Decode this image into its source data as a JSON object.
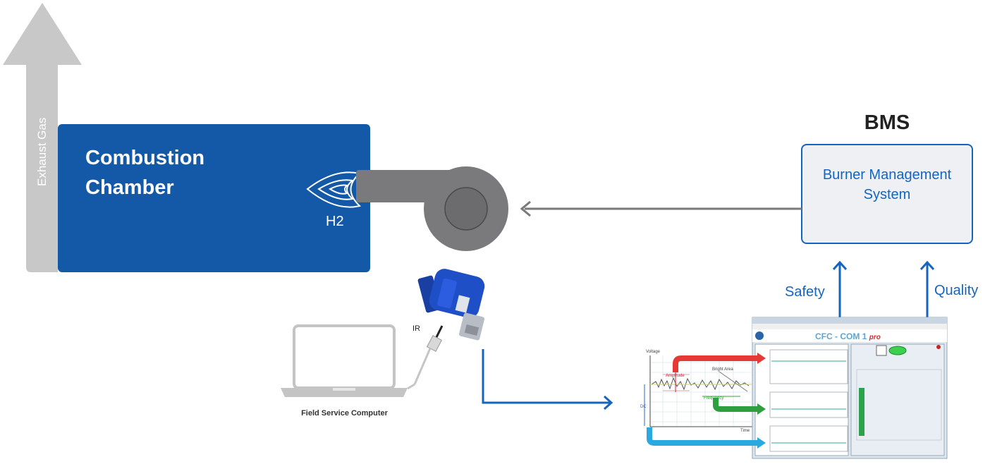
{
  "exhaust_label": "Exhaust Gas",
  "combustion_chamber": {
    "title": "Combustion Chamber",
    "fuel_label": "H2"
  },
  "bms": {
    "heading": "BMS",
    "box_text": "Burner Management System"
  },
  "outputs": {
    "safety": "Safety",
    "quality": "Quality"
  },
  "connection": {
    "ir_label": "IR"
  },
  "laptop": {
    "label": "Field Service Computer"
  },
  "software": {
    "title": "CFC - COM 1",
    "title_suffix": "pro"
  },
  "colors": {
    "blue_primary": "#1459a8",
    "arrow_blue": "#1565c0",
    "grey_arrow": "#c8c8c8",
    "fan_grey": "#7a7a7c",
    "red_arrow": "#e53935",
    "green_arrow": "#2e9e3e",
    "cyan_arrow": "#2aa9e0"
  },
  "icons": [
    "flame-icon",
    "fan-icon",
    "flame-scanner-icon",
    "laptop-icon",
    "signal-chart-icon",
    "software-window-icon"
  ]
}
